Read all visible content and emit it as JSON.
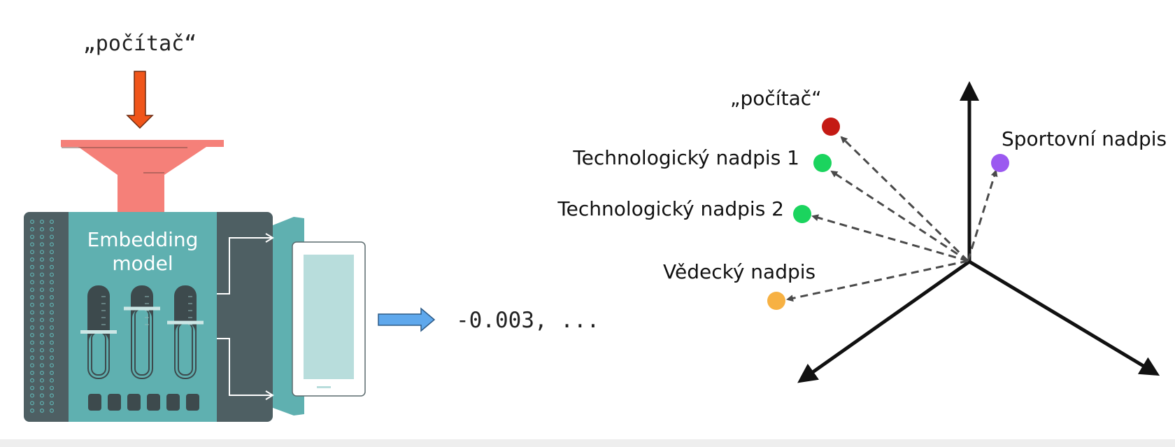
{
  "input_word": "„počítač“",
  "model": {
    "label_line1": "Embedding",
    "label_line2": "model",
    "slider_levels": [
      0.5,
      0.25,
      0.4
    ]
  },
  "output_vector": "-0.003, ...",
  "embedding_space": {
    "points": [
      {
        "label": "„počítač“",
        "color": "#c41a14"
      },
      {
        "label": "Technologický nadpis 1",
        "color": "#1bd45e"
      },
      {
        "label": "Technologický nadpis 2",
        "color": "#1bd45e"
      },
      {
        "label": "Vědecký nadpis",
        "color": "#f7b143"
      },
      {
        "label": "Sportovní nadpis",
        "color": "#9b59f0"
      }
    ]
  },
  "colors": {
    "input_arrow": "#f0551a",
    "funnel": "#f58079",
    "machine_body": "#4e5f63",
    "machine_panel": "#5fb0b0",
    "screen": "#b8dddc",
    "output_arrow": "#5fa8ec"
  }
}
